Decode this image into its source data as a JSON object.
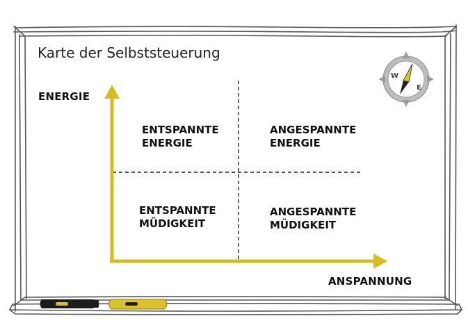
{
  "title": "Karte der Selbststeuerung",
  "axes": {
    "y_label": "ENERGIE",
    "x_label": "ANSPANNUNG"
  },
  "quadrants": {
    "top_left": {
      "line1": "ENTSPANNTE",
      "line2": "ENERGIE"
    },
    "top_right": {
      "line1": "ANGESPANNTE",
      "line2": "ENERGIE"
    },
    "bottom_left": {
      "line1": "ENTSPANNTE",
      "line2": "MÜDIGKEIT"
    },
    "bottom_right": {
      "line1": "ANGESPANNTE",
      "line2": "MÜDIGKEIT"
    }
  },
  "compass": {
    "west": "W",
    "east": "E"
  },
  "colors": {
    "axis": "#d4bd1e",
    "frame": "#555555",
    "marker_black": "#1c1c1c",
    "marker_yellow": "#d9c22c"
  }
}
